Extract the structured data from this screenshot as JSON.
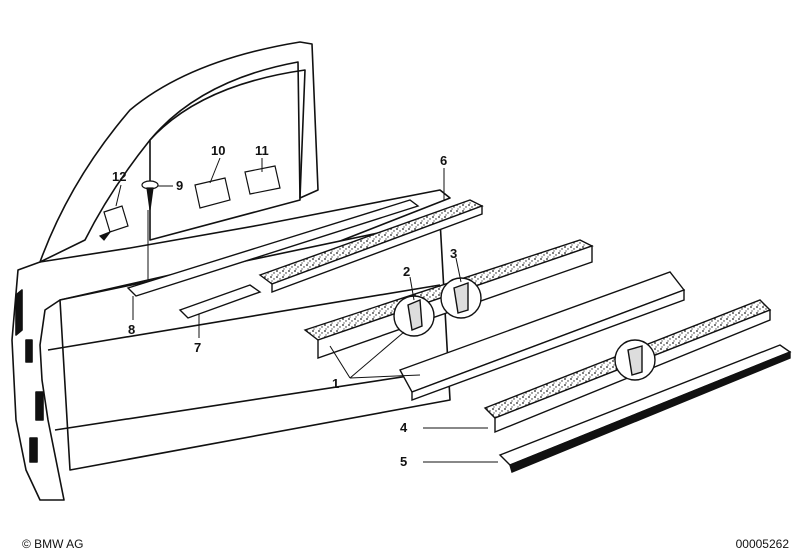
{
  "diagram": {
    "callouts": [
      {
        "id": "1",
        "label": "1"
      },
      {
        "id": "2",
        "label": "2"
      },
      {
        "id": "3",
        "label": "3"
      },
      {
        "id": "4",
        "label": "4"
      },
      {
        "id": "5",
        "label": "5"
      },
      {
        "id": "6",
        "label": "6"
      },
      {
        "id": "7",
        "label": "7"
      },
      {
        "id": "8",
        "label": "8"
      },
      {
        "id": "9",
        "label": "9"
      },
      {
        "id": "10",
        "label": "10"
      },
      {
        "id": "11",
        "label": "11"
      },
      {
        "id": "12",
        "label": "12"
      }
    ]
  },
  "footer": {
    "copyright": "© BMW AG",
    "reference_number": "00005262"
  }
}
